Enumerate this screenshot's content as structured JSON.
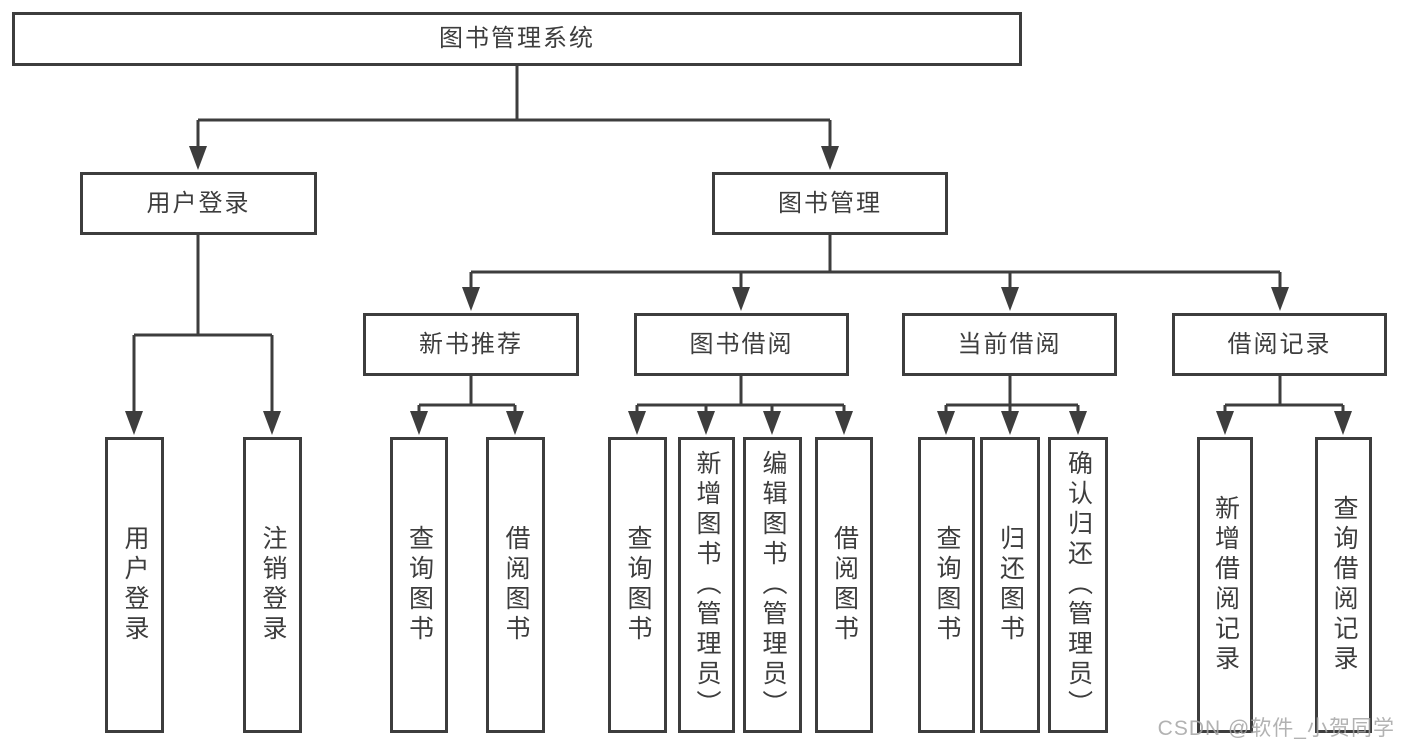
{
  "tree": {
    "root": {
      "label": "图书管理系统",
      "children": [
        {
          "label": "用户登录",
          "children": [
            {
              "label": "用户登录"
            },
            {
              "label": "注销登录"
            }
          ]
        },
        {
          "label": "图书管理",
          "children": [
            {
              "label": "新书推荐",
              "children": [
                {
                  "label": "查询图书"
                },
                {
                  "label": "借阅图书"
                }
              ]
            },
            {
              "label": "图书借阅",
              "children": [
                {
                  "label": "查询图书"
                },
                {
                  "label": "新增图书（管理员）"
                },
                {
                  "label": "编辑图书（管理员）"
                },
                {
                  "label": "借阅图书"
                }
              ]
            },
            {
              "label": "当前借阅",
              "children": [
                {
                  "label": "查询图书"
                },
                {
                  "label": "归还图书"
                },
                {
                  "label": "确认归还（管理员）"
                }
              ]
            },
            {
              "label": "借阅记录",
              "children": [
                {
                  "label": "新增借阅记录"
                },
                {
                  "label": "查询借阅记录"
                }
              ]
            }
          ]
        }
      ]
    }
  },
  "watermark": {
    "text": "CSDN @软件_小贺同学"
  },
  "colors": {
    "line": "#3d3d3d",
    "text": "#3d3d3d",
    "watermark": "#a5a5a5",
    "background": "#ffffff"
  }
}
